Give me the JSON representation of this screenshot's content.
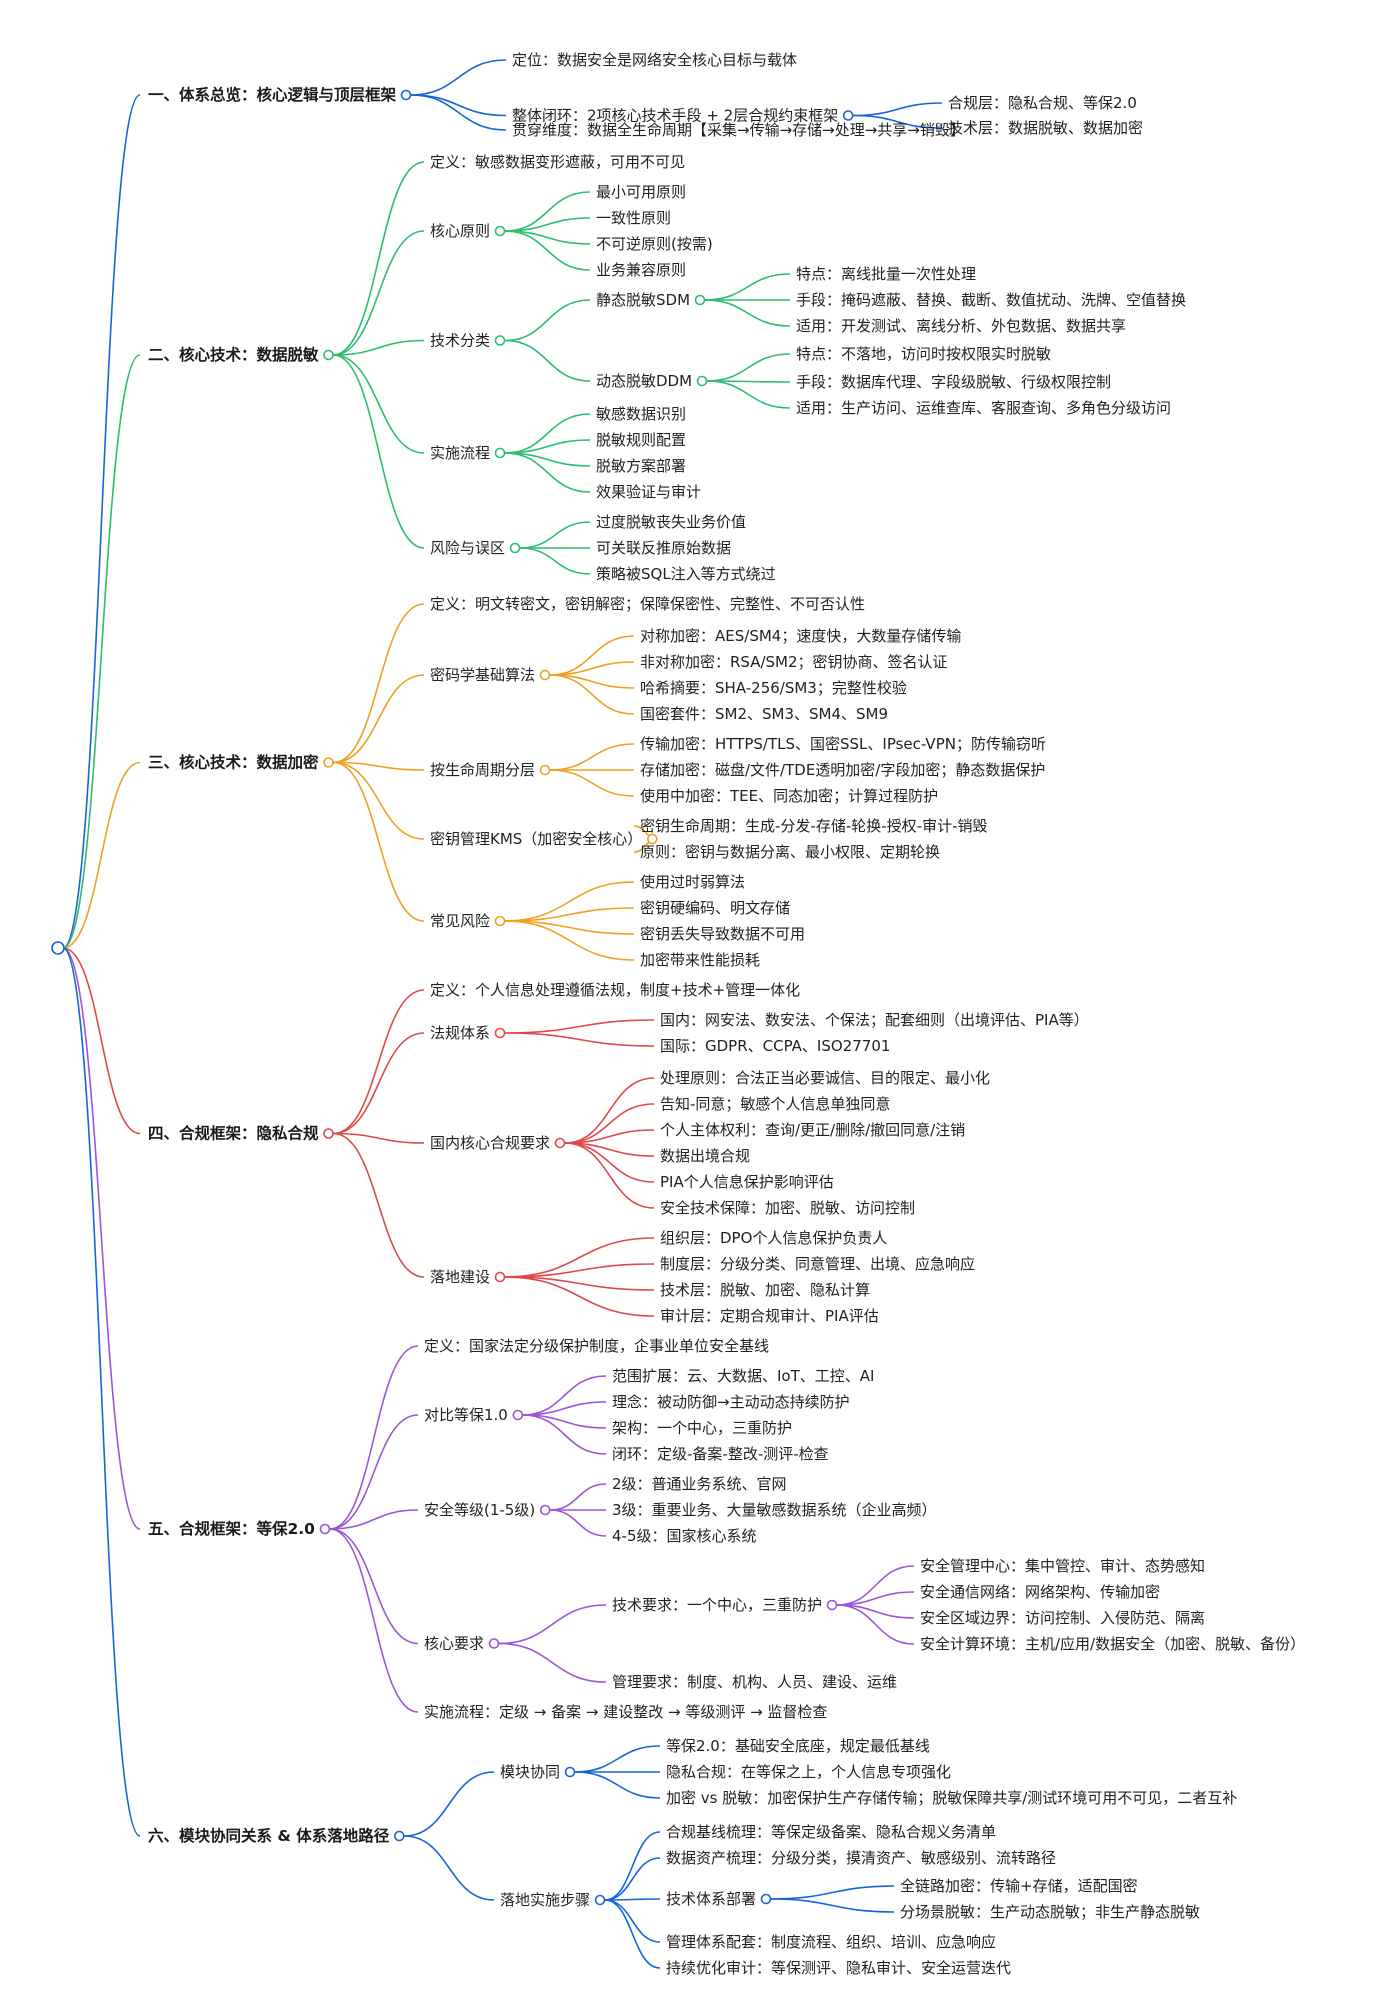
{
  "colors": {
    "overview": "#1565d8",
    "masking": "#2dbd6e",
    "encryption": "#f0a020",
    "privacy": "#e04848",
    "djcp": "#9b55d6",
    "collab": "#1565d8"
  },
  "sections": [
    {
      "color_key": "overview",
      "label": "一、体系总览：核心逻辑与顶层框架",
      "children": [
        {
          "label": "定位：数据安全是网络安全核心目标与载体"
        },
        {
          "label": "整体闭环：2项核心技术手段 + 2层合规约束框架",
          "children": [
            {
              "label": "技术层：数据脱敏、数据加密"
            },
            {
              "label": "合规层：隐私合规、等保2.0"
            }
          ]
        },
        {
          "label": "贯穿维度：数据全生命周期【采集→传输→存储→处理→共享→销毁】"
        }
      ]
    },
    {
      "color_key": "masking",
      "label": "二、核心技术：数据脱敏",
      "children": [
        {
          "label": "定义：敏感数据变形遮蔽，可用不可见"
        },
        {
          "label": "核心原则",
          "children": [
            {
              "label": "最小可用原则"
            },
            {
              "label": "一致性原则"
            },
            {
              "label": "不可逆原则(按需)"
            },
            {
              "label": "业务兼容原则"
            }
          ]
        },
        {
          "label": "技术分类",
          "children": [
            {
              "label": "静态脱敏SDM",
              "children": [
                {
                  "label": "特点：离线批量一次性处理"
                },
                {
                  "label": "手段：掩码遮蔽、替换、截断、数值扰动、洗牌、空值替换"
                },
                {
                  "label": "适用：开发测试、离线分析、外包数据、数据共享"
                }
              ]
            },
            {
              "label": "动态脱敏DDM",
              "children": [
                {
                  "label": "特点：不落地，访问时按权限实时脱敏"
                },
                {
                  "label": "手段：数据库代理、字段级脱敏、行级权限控制"
                },
                {
                  "label": "适用：生产访问、运维查库、客服查询、多角色分级访问"
                }
              ]
            }
          ]
        },
        {
          "label": "实施流程",
          "children": [
            {
              "label": "敏感数据识别"
            },
            {
              "label": "脱敏规则配置"
            },
            {
              "label": "脱敏方案部署"
            },
            {
              "label": "效果验证与审计"
            }
          ]
        },
        {
          "label": "风险与误区",
          "children": [
            {
              "label": "过度脱敏丧失业务价值"
            },
            {
              "label": "可关联反推原始数据"
            },
            {
              "label": "策略被SQL注入等方式绕过"
            }
          ]
        }
      ]
    },
    {
      "color_key": "encryption",
      "label": "三、核心技术：数据加密",
      "children": [
        {
          "label": "定义：明文转密文，密钥解密；保障保密性、完整性、不可否认性"
        },
        {
          "label": "密码学基础算法",
          "children": [
            {
              "label": "对称加密：AES/SM4；速度快，大数量存储传输"
            },
            {
              "label": "非对称加密：RSA/SM2；密钥协商、签名认证"
            },
            {
              "label": "哈希摘要：SHA-256/SM3；完整性校验"
            },
            {
              "label": "国密套件：SM2、SM3、SM4、SM9"
            }
          ]
        },
        {
          "label": "按生命周期分层",
          "children": [
            {
              "label": "传输加密：HTTPS/TLS、国密SSL、IPsec-VPN；防传输窃听"
            },
            {
              "label": "存储加密：磁盘/文件/TDE透明加密/字段加密；静态数据保护"
            },
            {
              "label": "使用中加密：TEE、同态加密；计算过程防护"
            }
          ]
        },
        {
          "label": "密钥管理KMS（加密安全核心）",
          "children": [
            {
              "label": "密钥生命周期：生成-分发-存储-轮换-授权-审计-销毁"
            },
            {
              "label": "原则：密钥与数据分离、最小权限、定期轮换"
            }
          ]
        },
        {
          "label": "常见风险",
          "children": [
            {
              "label": "使用过时弱算法"
            },
            {
              "label": "密钥硬编码、明文存储"
            },
            {
              "label": "密钥丢失导致数据不可用"
            },
            {
              "label": "加密带来性能损耗"
            }
          ]
        }
      ]
    },
    {
      "color_key": "privacy",
      "label": "四、合规框架：隐私合规",
      "children": [
        {
          "label": "定义：个人信息处理遵循法规，制度+技术+管理一体化"
        },
        {
          "label": "法规体系",
          "children": [
            {
              "label": "国内：网安法、数安法、个保法；配套细则（出境评估、PIA等）"
            },
            {
              "label": "国际：GDPR、CCPA、ISO27701"
            }
          ]
        },
        {
          "label": "国内核心合规要求",
          "children": [
            {
              "label": "处理原则：合法正当必要诚信、目的限定、最小化"
            },
            {
              "label": "告知-同意；敏感个人信息单独同意"
            },
            {
              "label": "个人主体权利：查询/更正/删除/撤回同意/注销"
            },
            {
              "label": "数据出境合规"
            },
            {
              "label": "PIA个人信息保护影响评估"
            },
            {
              "label": "安全技术保障：加密、脱敏、访问控制"
            }
          ]
        },
        {
          "label": "落地建设",
          "children": [
            {
              "label": "组织层：DPO个人信息保护负责人"
            },
            {
              "label": "制度层：分级分类、同意管理、出境、应急响应"
            },
            {
              "label": "技术层：脱敏、加密、隐私计算"
            },
            {
              "label": "审计层：定期合规审计、PIA评估"
            }
          ]
        }
      ]
    },
    {
      "color_key": "djcp",
      "label": "五、合规框架：等保2.0",
      "children": [
        {
          "label": "定义：国家法定分级保护制度，企事业单位安全基线"
        },
        {
          "label": "对比等保1.0",
          "children": [
            {
              "label": "范围扩展：云、大数据、IoT、工控、AI"
            },
            {
              "label": "理念：被动防御→主动动态持续防护"
            },
            {
              "label": "架构：一个中心，三重防护"
            },
            {
              "label": "闭环：定级-备案-整改-测评-检查"
            }
          ]
        },
        {
          "label": "安全等级(1-5级)",
          "children": [
            {
              "label": "2级：普通业务系统、官网"
            },
            {
              "label": "3级：重要业务、大量敏感数据系统（企业高频）"
            },
            {
              "label": "4-5级：国家核心系统"
            }
          ]
        },
        {
          "label": "核心要求",
          "children": [
            {
              "label": "技术要求：一个中心，三重防护",
              "children": [
                {
                  "label": "安全管理中心：集中管控、审计、态势感知"
                },
                {
                  "label": "安全通信网络：网络架构、传输加密"
                },
                {
                  "label": "安全区域边界：访问控制、入侵防范、隔离"
                },
                {
                  "label": "安全计算环境：主机/应用/数据安全（加密、脱敏、备份）"
                }
              ]
            },
            {
              "label": "管理要求：制度、机构、人员、建设、运维"
            }
          ]
        },
        {
          "label": "实施流程：定级 → 备案 → 建设整改 → 等级测评 → 监督检查"
        }
      ]
    },
    {
      "color_key": "collab",
      "label": "六、模块协同关系 & 体系落地路径",
      "children": [
        {
          "label": "模块协同",
          "children": [
            {
              "label": "等保2.0：基础安全底座，规定最低基线"
            },
            {
              "label": "隐私合规：在等保之上，个人信息专项强化"
            },
            {
              "label": "加密 vs 脱敏：加密保护生产存储传输；脱敏保障共享/测试环境可用不可见，二者互补"
            }
          ]
        },
        {
          "label": "落地实施步骤",
          "children": [
            {
              "label": "合规基线梳理：等保定级备案、隐私合规义务清单"
            },
            {
              "label": "数据资产梳理：分级分类，摸清资产、敏感级别、流转路径"
            },
            {
              "label": "技术体系部署",
              "children": [
                {
                  "label": "全链路加密：传输+存储，适配国密"
                },
                {
                  "label": "分场景脱敏：生产动态脱敏；非生产静态脱敏"
                }
              ]
            },
            {
              "label": "管理体系配套：制度流程、组织、培训、应急响应"
            },
            {
              "label": "持续优化审计：等保测评、隐私审计、安全运营迭代"
            }
          ]
        }
      ]
    }
  ]
}
